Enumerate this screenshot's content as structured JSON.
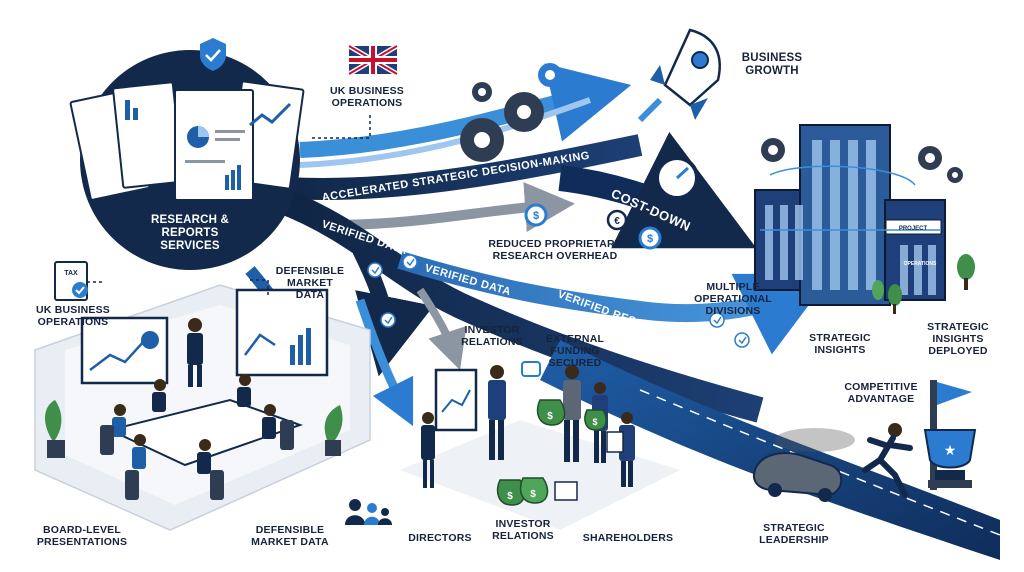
{
  "hub": {
    "title": "RESEARCH &\nREPORTS\nSERVICES"
  },
  "labels": {
    "uk_ops_top": "UK BUSINESS\nOPERATIONS",
    "uk_ops_left": "UK BUSINESS\nOPERATIONS",
    "tax_tag": "TAX",
    "business_growth": "BUSINESS\nGROWTH",
    "defensible_top": "DEFENSIBLE\nMARKET\nDATA",
    "reduced": "REDUCED PROPRIETARY\nRESEARCH OVERHEAD",
    "multiple_divisions": "MULTIPLE\nOPERATIONAL\nDIVISIONS",
    "investor_relations_top": "INVESTOR\nRELATIONS",
    "external_funding": "EXTERNAL\nFUNDING\nSECURED",
    "strategic_insights": "STRATEGIC\nINSIGHTS",
    "strategic_insights_deployed": "STRATEGIC\nINSIGHTS\nDEPLOYED",
    "competitive_advantage": "COMPETITIVE\nADVANTAGE",
    "board_presentations": "BOARD-LEVEL\nPRESENTATIONS",
    "defensible_bottom": "DEFENSIBLE\nMARKET DATA",
    "directors": "DIRECTORS",
    "investor_relations_bottom": "INVESTOR\nRELATIONS",
    "shareholders": "SHAREHOLDERS",
    "strategic_leadership": "STRATEGIC\nLEADERSHIP",
    "project_sign": "PROJECT",
    "operations_sign": "OPERATIONS"
  },
  "flows": {
    "accelerated": "ACCELERATED STRATEGIC DECISION-MAKING",
    "cost_down": "COST-DOWN",
    "verified_1": "VERIFIED DATA",
    "verified_2": "VERIFIED DATA",
    "verified_resources": "VERIFIED RESOURCES"
  },
  "icons": [
    "shield-check-icon",
    "uk-flag-icon",
    "rocket-icon",
    "gear-icon",
    "stopwatch-icon",
    "dollar-coin-icon",
    "euro-coin-icon",
    "tax-clipboard-icon",
    "money-bag-icon",
    "trophy-icon",
    "flag-icon",
    "car-icon",
    "checkmark-icon",
    "people-icon",
    "chat-icon",
    "certificate-icon",
    "tree-icon",
    "document-icon"
  ],
  "colors": {
    "navy": "#13294b",
    "blue": "#1f5fa8",
    "light_blue": "#3b8fd9",
    "grey": "#8c96a3"
  }
}
